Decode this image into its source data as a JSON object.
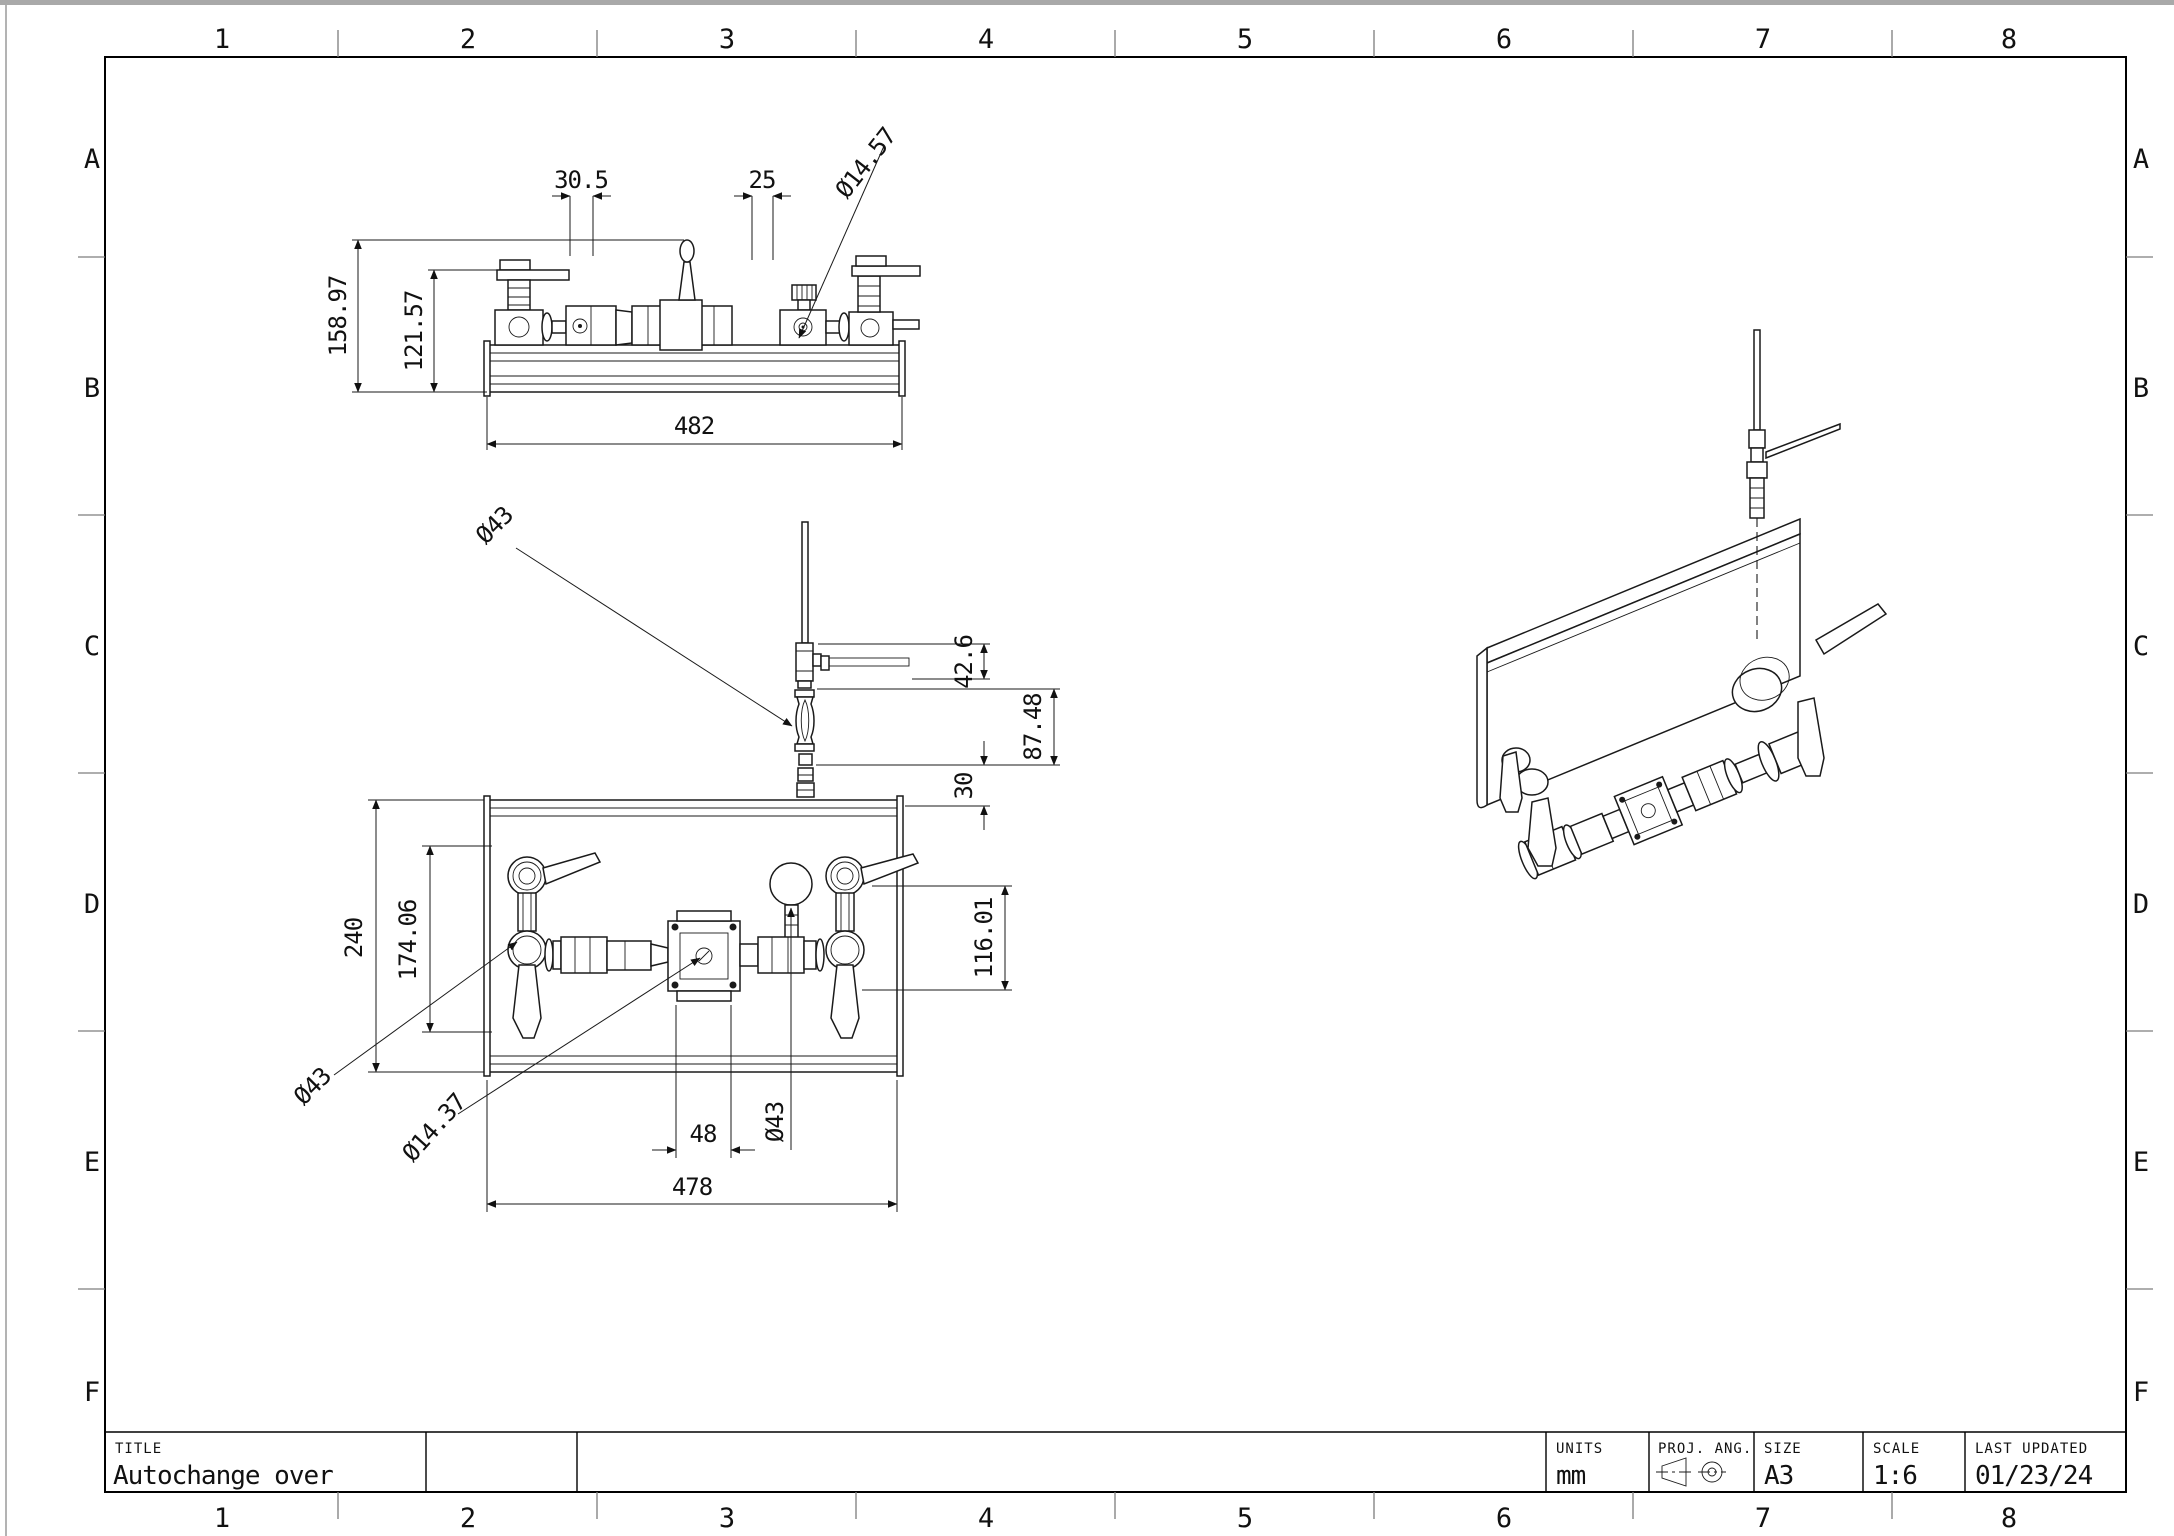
{
  "window": {
    "top_strip_color": "#a9a9a9",
    "edge_line_color": "#b3b3b3"
  },
  "sheet": {
    "zone_columns": [
      "1",
      "2",
      "3",
      "4",
      "5",
      "6",
      "7",
      "8"
    ],
    "zone_rows": [
      "A",
      "B",
      "C",
      "D",
      "E",
      "F"
    ]
  },
  "title_block": {
    "title_label": "TITLE",
    "title_value": "Autochange over",
    "units_label": "UNITS",
    "units_value": "mm",
    "proj_label": "PROJ. ANG.",
    "size_label": "SIZE",
    "size_value": "A3",
    "scale_label": "SCALE",
    "scale_value": "1:6",
    "updated_label": "LAST UPDATED",
    "updated_value": "01/23/24"
  },
  "drawing": {
    "front_view": {
      "dim_stem_spacing": "30.5",
      "dim_port_spacing": "25",
      "dim_port_diameter": "Ø14.57",
      "dim_height_overall": "158.97",
      "dim_height_handle": "121.57",
      "dim_base_length": "482"
    },
    "side_view": {
      "dim_handle_offset": "42.6",
      "dim_valve_height": "87.48",
      "dim_mount_height": "30",
      "dim_valve_diameter": "Ø43"
    },
    "plan_view": {
      "dim_depth_overall": "240",
      "dim_depth_inner": "174.06",
      "dim_handle_span": "116.01",
      "dim_valve_diameter_left": "Ø43",
      "dim_port_diameter": "Ø14.37",
      "dim_block_width": "48",
      "dim_gauge_diameter": "Ø43",
      "dim_base_length": "478"
    }
  }
}
